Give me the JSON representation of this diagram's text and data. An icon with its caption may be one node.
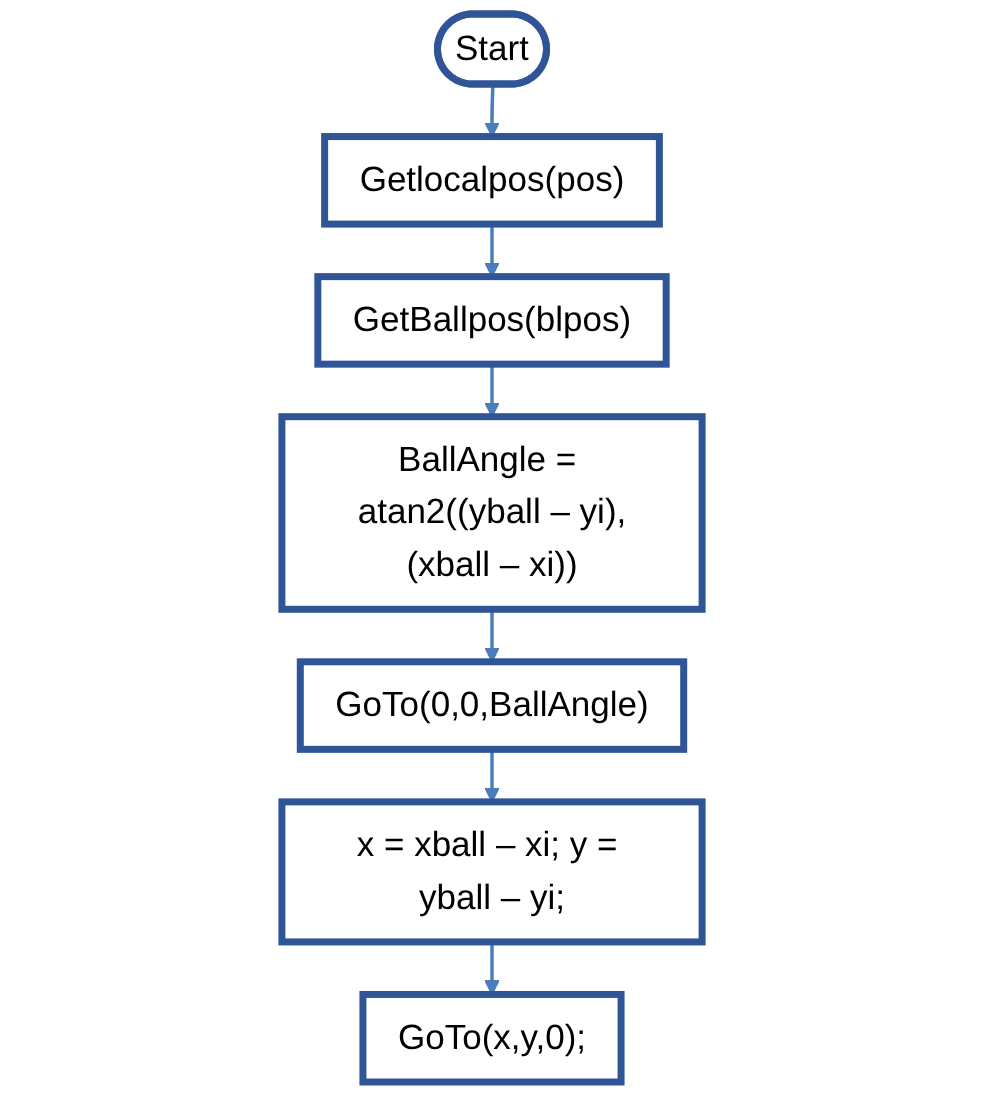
{
  "diagram": {
    "nodes": [
      {
        "text": [
          "Start"
        ]
      },
      {
        "text": [
          "Getlocalpos(pos)"
        ]
      },
      {
        "text": [
          "GetBallpos(blpos)"
        ]
      },
      {
        "text": [
          "BallAngle = atan2((yball – yi),(xball – xi))"
        ]
      },
      {
        "text": [
          "GoTo(0,0,BallAngle)"
        ]
      },
      {
        "text": [
          "x = xball – xi; y = yball – yi;"
        ]
      },
      {
        "text": [
          "GoTo(x,y,0);"
        ]
      }
    ],
    "edges": [
      {
        "from": 0,
        "to": 1,
        "arrow": "to"
      },
      {
        "from": 1,
        "to": 2,
        "arrow": "to"
      },
      {
        "from": 2,
        "to": 3,
        "arrow": "to"
      },
      {
        "from": 3,
        "to": 4,
        "arrow": "to"
      },
      {
        "from": 4,
        "to": 5,
        "arrow": "to"
      },
      {
        "from": 5,
        "to": 6,
        "arrow": "to"
      }
    ]
  }
}
